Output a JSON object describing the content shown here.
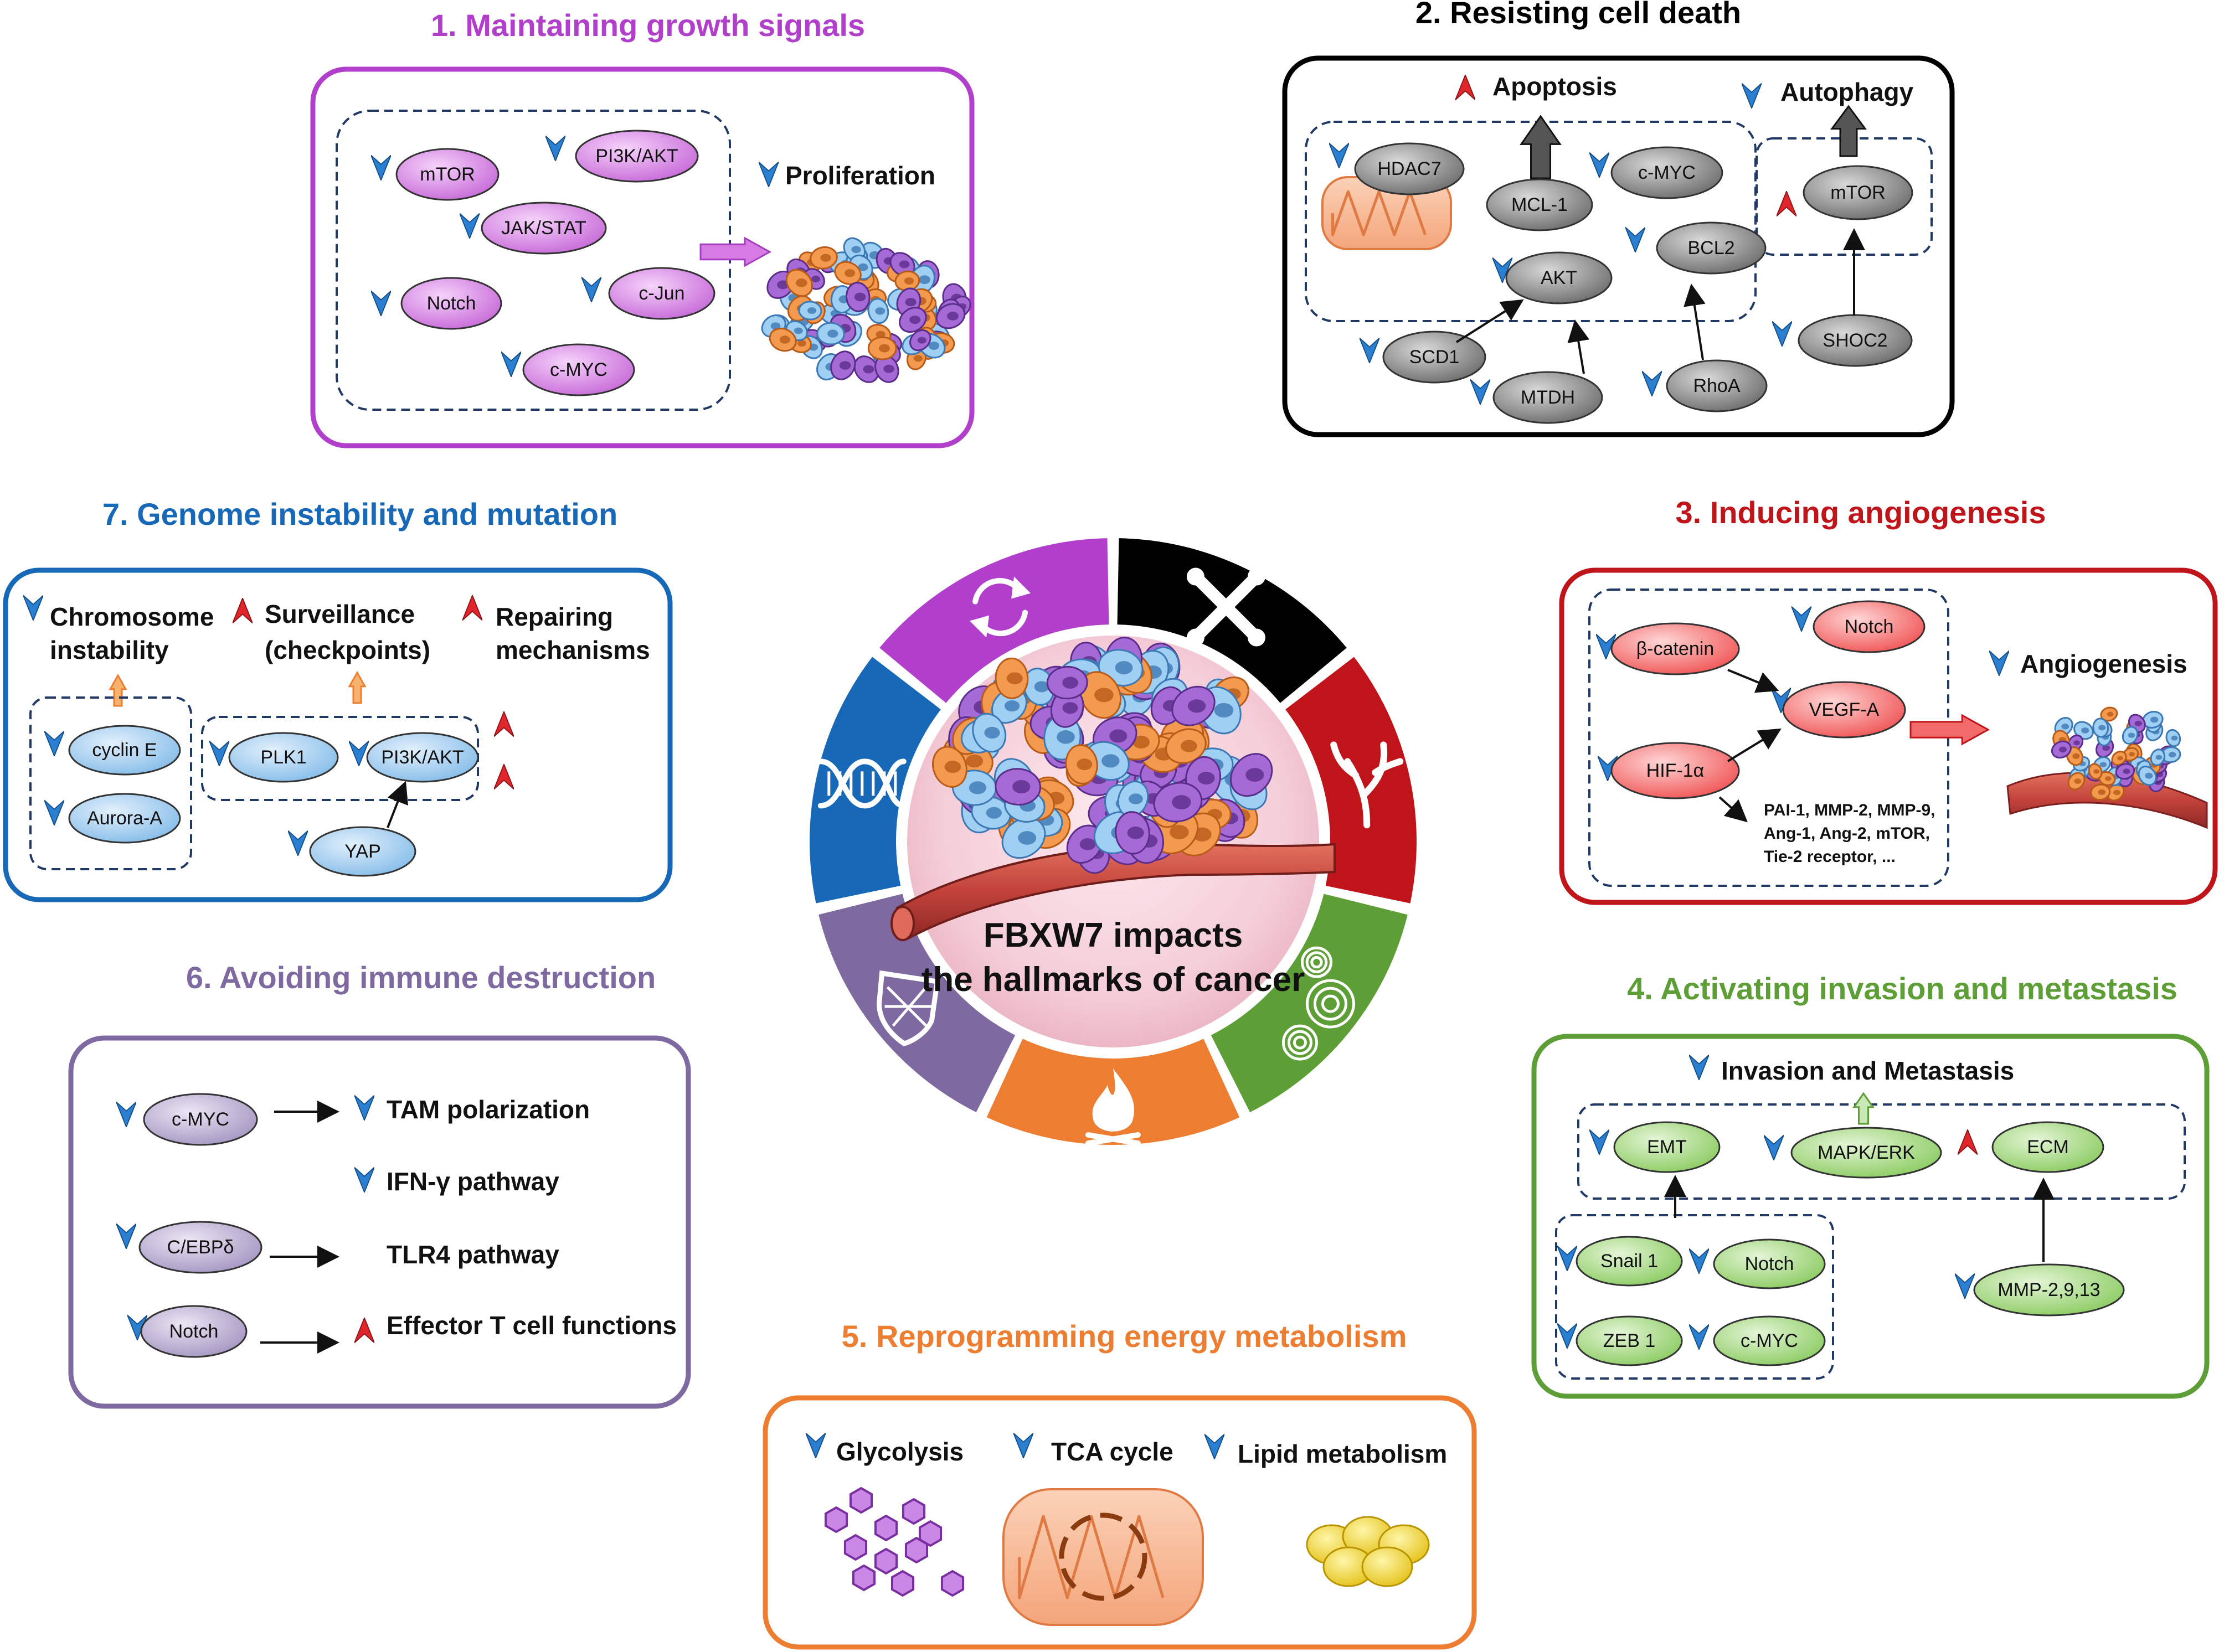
{
  "center": {
    "line1": "FBXW7 impacts",
    "line2": "the hallmarks of cancer"
  },
  "panels": {
    "p1": {
      "title": "1. Maintaining growth signals",
      "outcome": "Proliferation",
      "nodes": [
        "mTOR",
        "PI3K/AKT",
        "JAK/STAT",
        "Notch",
        "c-Jun",
        "c-MYC"
      ]
    },
    "p2": {
      "title": "2. Resisting cell death",
      "outcome_a": "Apoptosis",
      "outcome_b": "Autophagy",
      "nodes": [
        "HDAC7",
        "MCL-1",
        "c-MYC",
        "BCL2",
        "AKT",
        "mTOR",
        "SCD1",
        "MTDH",
        "RhoA",
        "SHOC2"
      ]
    },
    "p3": {
      "title": "3. Inducing angiogenesis",
      "outcome": "Angiogenesis",
      "nodes": [
        "β-catenin",
        "Notch",
        "VEGF-A",
        "HIF-1α"
      ],
      "targets": [
        "PAI-1, MMP-2, MMP-9,",
        "Ang-1, Ang-2, mTOR,",
        "Tie-2 receptor, ..."
      ]
    },
    "p4": {
      "title": "4. Activating invasion and metastasis",
      "outcome": "Invasion and Metastasis",
      "nodes": [
        "EMT",
        "MAPK/ERK",
        "ECM",
        "Snail 1",
        "Notch",
        "ZEB 1",
        "c-MYC",
        "MMP-2,9,13"
      ]
    },
    "p5": {
      "title": "5. Reprogramming energy metabolism",
      "items": [
        "Glycolysis",
        "TCA cycle",
        "Lipid metabolism"
      ]
    },
    "p6": {
      "title": "6. Avoiding immune destruction",
      "nodes": [
        "c-MYC",
        "C/EBPδ",
        "Notch"
      ],
      "effects": [
        "TAM polarization",
        "IFN-γ pathway",
        "TLR4 pathway",
        "Effector T cell functions"
      ]
    },
    "p7": {
      "title": "7. Genome instability and mutation",
      "headers": [
        "Chromosome",
        "instability",
        "Surveillance",
        "(checkpoints)",
        "Repairing",
        "mechanisms"
      ],
      "nodes": [
        "cyclin E",
        "Aurora-A",
        "PLK1",
        "PI3K/AKT",
        "YAP"
      ]
    }
  },
  "colors": {
    "p1": "#b23fcc",
    "p2": "#000000",
    "p3": "#c0141b",
    "p4": "#5e9e37",
    "p5": "#ed7d31",
    "p6": "#7e6aa0",
    "p7": "#1769b8",
    "down": "#2a7fd0",
    "up": "#e0262b"
  },
  "wheel_icons": [
    "cycle-icon",
    "bone-icon",
    "vessel-icon",
    "rings-icon",
    "flame-icon",
    "shield-icon",
    "dna-icon"
  ]
}
